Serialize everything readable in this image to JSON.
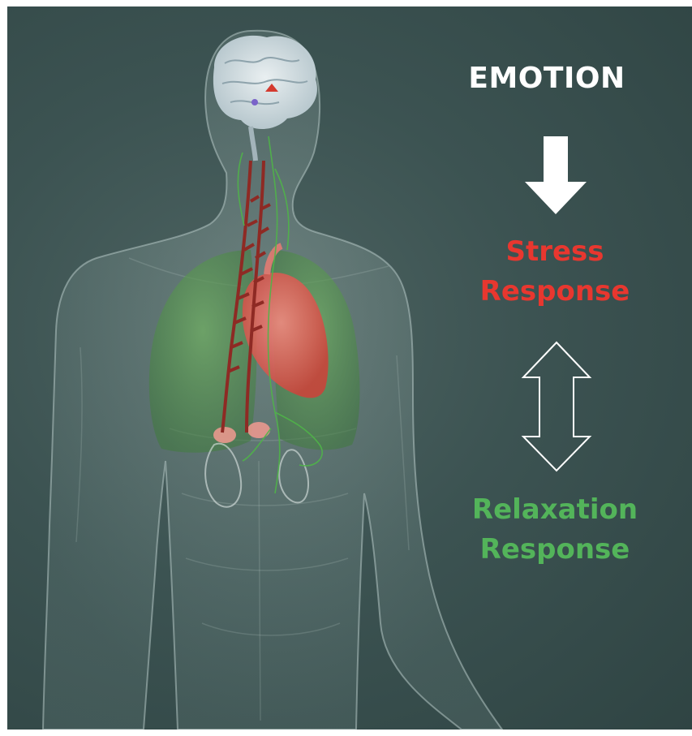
{
  "labels": {
    "emotion": "EMOTION",
    "stress_line1": "Stress",
    "stress_line2": "Response",
    "relaxation_line1": "Relaxation",
    "relaxation_line2": "Response"
  },
  "colors": {
    "background": "#3c5352",
    "emotion": "#ffffff",
    "stress": "#e8372f",
    "relaxation": "#53b45a",
    "heart": "#e0685f",
    "lungs": "#5f9a55",
    "nerves": "#4fb548",
    "vessels": "#8e2a24"
  },
  "icons": {
    "down_arrow": "arrow-down-icon",
    "bidirectional_arrow": "double-arrow-icon"
  }
}
